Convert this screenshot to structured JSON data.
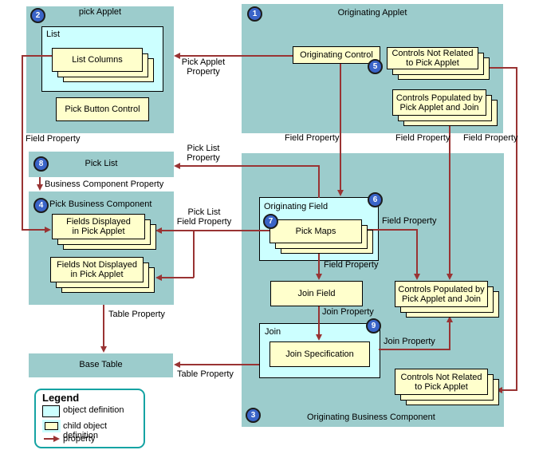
{
  "colors": {
    "teal": "#9ccccc",
    "cyan": "#ccffff",
    "yellow": "#ffffcc",
    "red": "#993333",
    "badge": "#3a64c8",
    "legendborder": "#15a3a3"
  },
  "containers": {
    "pick_applet": {
      "title": "pick Applet",
      "badge": "2"
    },
    "originating_applet": {
      "title": "Originating Applet",
      "badge": "1"
    },
    "originating_business_component": {
      "title": "Originating Business Component",
      "badge": "3"
    },
    "list": {
      "title": "List"
    },
    "pick_list": {
      "title": "Pick List",
      "badge": "8"
    },
    "pick_business_component": {
      "title": "Pick Business Component",
      "badge": "4"
    },
    "base_table": {
      "title": "Base Table"
    },
    "originating_field": {
      "title": "Originating Field",
      "badge": "6"
    },
    "join": {
      "title": "Join",
      "badge": "9"
    }
  },
  "nodes": {
    "list_columns": {
      "label": "List Columns"
    },
    "pick_button_control": {
      "label": "Pick Button Control"
    },
    "originating_control": {
      "label": "Originating Control",
      "badge": "5"
    },
    "controls_not_related_top": {
      "label": "Controls Not Related\nto Pick Applet"
    },
    "controls_populated_top": {
      "label": "Controls Populated by\nPick Applet and Join"
    },
    "fields_displayed": {
      "label": "Fields Displayed\nin Pick Applet"
    },
    "fields_not_displayed": {
      "label": "Fields Not Displayed\nin Pick Applet"
    },
    "pick_maps": {
      "label": "Pick Maps",
      "badge": "7"
    },
    "join_field": {
      "label": "Join Field"
    },
    "join_specification": {
      "label": "Join Specification"
    },
    "controls_populated_bottom": {
      "label": "Controls Populated by\nPick Applet and Join"
    },
    "controls_not_related_bottom": {
      "label": "Controls Not Related\nto Pick Applet"
    }
  },
  "edge_labels": {
    "field_property_list": "Field Property",
    "pick_applet_property": "Pick Applet\nProperty",
    "pick_list_property": "Pick List\nProperty",
    "business_component_property": "Business Component Property",
    "pick_list_field_property": "Pick List\nField Property",
    "table_property_pbc": "Table Property",
    "table_property_join": "Table Property",
    "field_property_control": "Field Property",
    "field_property_cp": "Field Property",
    "field_property_cnr": "Field Property",
    "field_property_of": "Field Property",
    "field_property_pm": "Field Property",
    "join_property_field": "Join Property",
    "join_property_join": "Join Property"
  },
  "legend": {
    "title": "Legend",
    "items": [
      {
        "label": "object definition"
      },
      {
        "label": "child object definition"
      },
      {
        "label": "property"
      }
    ]
  }
}
